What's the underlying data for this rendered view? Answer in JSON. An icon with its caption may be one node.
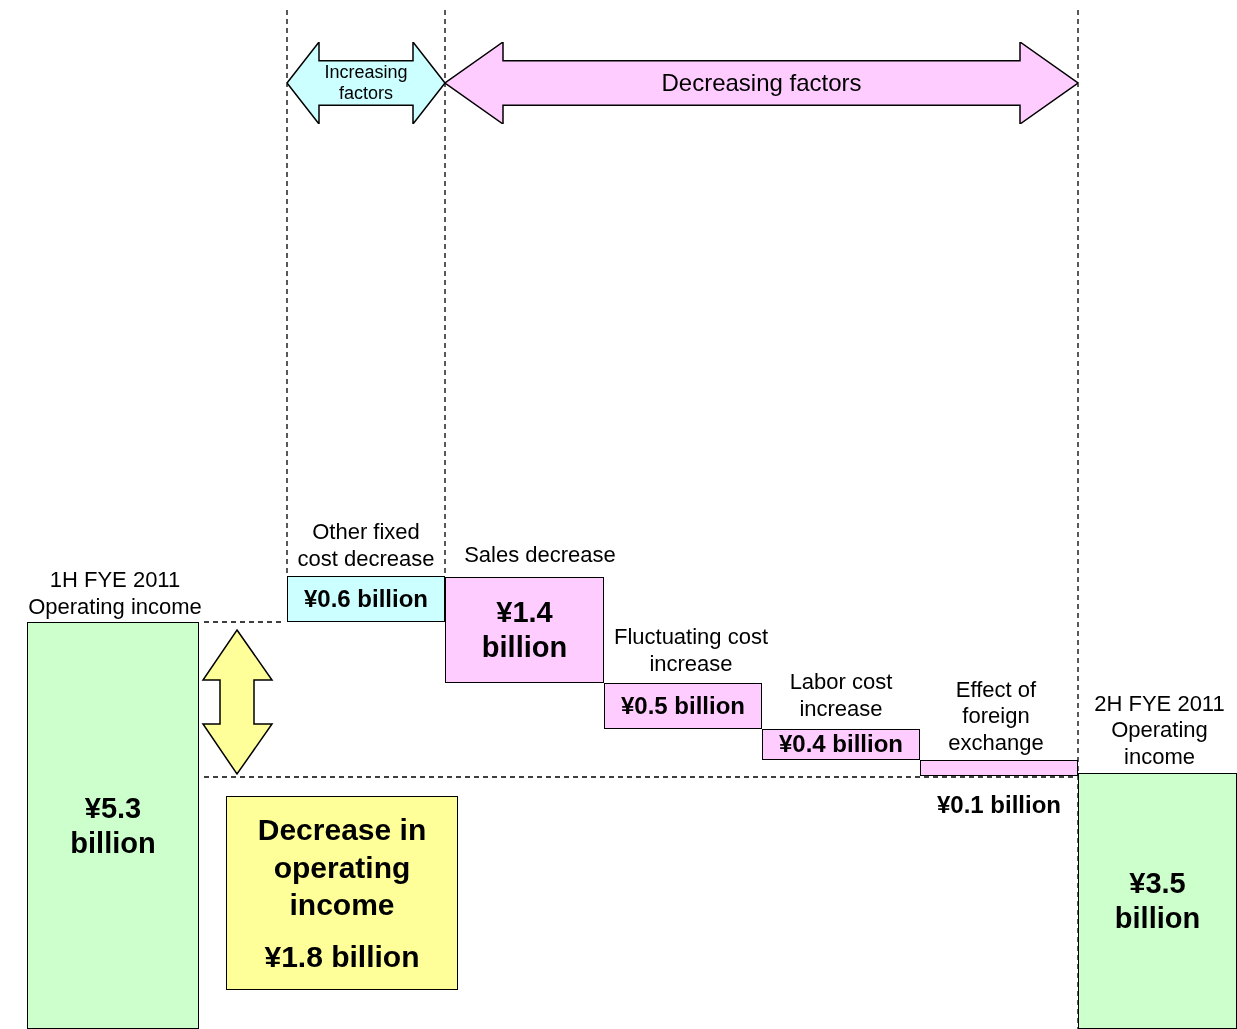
{
  "diagram": {
    "nodes": [
      {
        "text": [
          "¥5.3 billion"
        ],
        "beside": [
          "1H FYE 2011 Operating income"
        ]
      },
      {
        "text": [
          "¥0.6 billion"
        ],
        "beside": [
          "Other fixed cost decrease"
        ]
      },
      {
        "text": [
          "¥1.4 billion"
        ],
        "beside": [
          "Sales decrease"
        ]
      },
      {
        "text": [
          "¥0.5 billion"
        ],
        "beside": [
          "Fluctuating cost increase"
        ]
      },
      {
        "text": [
          "¥0.4 billion"
        ],
        "beside": [
          "Labor cost increase"
        ]
      },
      {
        "text": [
          "¥0.1 billion"
        ],
        "beside": [
          "Effect of foreign exchange"
        ]
      },
      {
        "text": [
          "¥3.5 billion"
        ],
        "beside": [
          "2H FYE 2011 Operating income"
        ]
      },
      {
        "text": [
          "Decrease in operating income",
          "¥1.8 billion"
        ]
      },
      {
        "text": [
          "Increasing factors"
        ]
      },
      {
        "text": [
          "Decreasing factors"
        ]
      }
    ],
    "edges": []
  }
}
